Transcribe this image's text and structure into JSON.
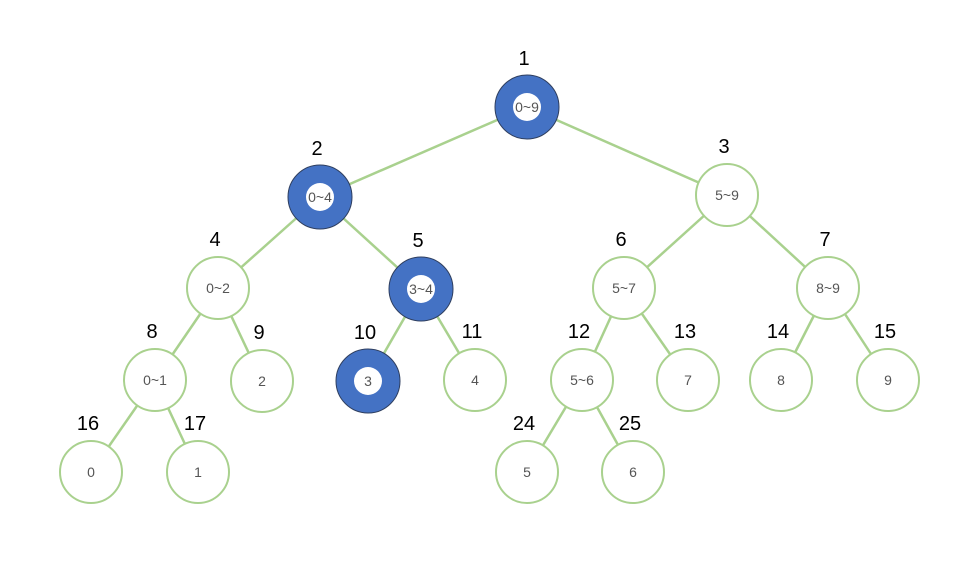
{
  "colors": {
    "edge": "#a9d18e",
    "node_border": "#a9d18e",
    "node_fill": "#ffffff",
    "highlight_fill": "#4472c4",
    "highlight_stroke": "#2f3f5f",
    "label_text": "#555555",
    "index_text": "#000000"
  },
  "tree": {
    "nodes": [
      {
        "id": 1,
        "label": "0~9",
        "highlight": "ring"
      },
      {
        "id": 2,
        "label": "0~4",
        "highlight": "ring"
      },
      {
        "id": 3,
        "label": "5~9",
        "highlight": "none"
      },
      {
        "id": 4,
        "label": "0~2",
        "highlight": "none"
      },
      {
        "id": 5,
        "label": "3~4",
        "highlight": "ring"
      },
      {
        "id": 6,
        "label": "5~7",
        "highlight": "none"
      },
      {
        "id": 7,
        "label": "8~9",
        "highlight": "none"
      },
      {
        "id": 8,
        "label": "0~1",
        "highlight": "none"
      },
      {
        "id": 9,
        "label": "2",
        "highlight": "none"
      },
      {
        "id": 10,
        "label": "3",
        "highlight": "ring"
      },
      {
        "id": 11,
        "label": "4",
        "highlight": "none"
      },
      {
        "id": 12,
        "label": "5~6",
        "highlight": "none"
      },
      {
        "id": 13,
        "label": "7",
        "highlight": "none"
      },
      {
        "id": 14,
        "label": "8",
        "highlight": "none"
      },
      {
        "id": 15,
        "label": "9",
        "highlight": "none"
      },
      {
        "id": 16,
        "label": "0",
        "highlight": "none"
      },
      {
        "id": 17,
        "label": "1",
        "highlight": "none"
      },
      {
        "id": 24,
        "label": "5",
        "highlight": "none"
      },
      {
        "id": 25,
        "label": "6",
        "highlight": "none"
      }
    ],
    "edges": [
      [
        1,
        2
      ],
      [
        1,
        3
      ],
      [
        2,
        4
      ],
      [
        2,
        5
      ],
      [
        3,
        6
      ],
      [
        3,
        7
      ],
      [
        4,
        8
      ],
      [
        4,
        9
      ],
      [
        5,
        10
      ],
      [
        5,
        11
      ],
      [
        6,
        12
      ],
      [
        6,
        13
      ],
      [
        7,
        14
      ],
      [
        7,
        15
      ],
      [
        8,
        16
      ],
      [
        8,
        17
      ],
      [
        12,
        24
      ],
      [
        12,
        25
      ]
    ]
  }
}
